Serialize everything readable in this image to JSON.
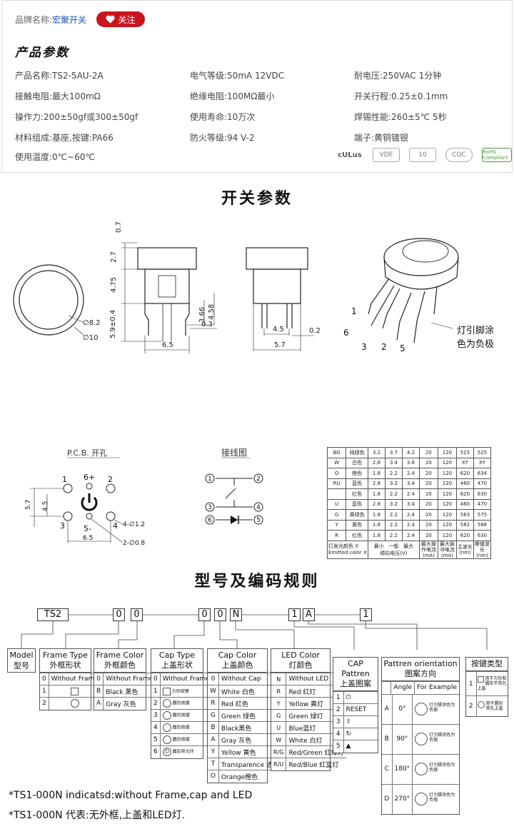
{
  "header": {
    "brand_label": "品牌名称:",
    "brand_name": "宏聚开关",
    "follow": "关注"
  },
  "section1": "产品参数",
  "params": [
    [
      "产品名称:TS2-5AU-2A",
      "电气等级:50mA  12VDC",
      "耐电压:250VAC  1分钟"
    ],
    [
      "接触电阻:最大100mΩ",
      "绝缘电阻:100MΩ最小",
      "开关行程:0.25±0.1mm"
    ],
    [
      "操作力:200±50gf或300±50gf",
      "使用寿命:10万次",
      "焊锡性能:260±5℃  5秒"
    ],
    [
      "材料组成:基座,按键:PA66",
      "防火等级:94 V-2",
      "端子:黄铜镀银"
    ],
    [
      "使用温度:0℃~60℃"
    ]
  ],
  "certs": [
    "cULus",
    "VDE",
    "10",
    "CQC",
    "RoHS Compliant"
  ],
  "section2": "开关参数",
  "dims": {
    "d1": "0.7",
    "d2": "2.7",
    "d3": "4.75",
    "d4": "5.9±0.4",
    "d5": "3.66",
    "d6": "4.58",
    "d7": "0.3",
    "d8": "6.5",
    "d9": "∅8.2",
    "d10": "∅10",
    "d11": "4.5",
    "d12": "0.2",
    "d13": "5.7"
  },
  "pins": {
    "p1": "1",
    "p2": "2",
    "p3": "3",
    "p5": "5",
    "p6": "6"
  },
  "led_note": [
    "灯引脚涂",
    "色为负极"
  ],
  "pcb": {
    "title": "P.C.B.  开孔",
    "p1": "1",
    "p2": "2",
    "p3": "3",
    "p4": "4",
    "p5": "5-",
    "p6": "6+",
    "h1": "4-∅1.2",
    "h2": "2-∅0.8",
    "w": "6.5",
    "v1": "5.7",
    "v2": "4.5"
  },
  "wiring": {
    "title": "接线图",
    "n1": "1",
    "n2": "2",
    "n3": "3",
    "n4": "4",
    "n5": "5",
    "n6": "6"
  },
  "led_table": {
    "rows": [
      [
        "BG",
        "纯绿色",
        "3.2",
        "3.7",
        "4.2",
        "20",
        "120",
        "515",
        "525"
      ],
      [
        "W",
        "白色",
        "2.8",
        "3.4",
        "3.8",
        "20",
        "120",
        "XY",
        "XY"
      ],
      [
        "O",
        "橙色",
        "1.8",
        "2.2",
        "2.4",
        "20",
        "120",
        "620",
        "634"
      ],
      [
        "RU",
        "蓝色",
        "2.8",
        "3.2",
        "3.4",
        "20",
        "120",
        "460",
        "470"
      ],
      [
        "",
        "红色",
        "1.8",
        "2.2",
        "2.4",
        "20",
        "120",
        "620",
        "630"
      ],
      [
        "U",
        "蓝色",
        "2.8",
        "3.2",
        "3.4",
        "20",
        "120",
        "460",
        "470"
      ],
      [
        "G",
        "黄绿色",
        "1.8",
        "2.2",
        "2.4",
        "20",
        "120",
        "563",
        "575"
      ],
      [
        "Y",
        "黄色",
        "1.8",
        "2.2",
        "2.4",
        "20",
        "120",
        "582",
        "588"
      ],
      [
        "R",
        "红色",
        "1.8",
        "2.2",
        "2.4",
        "20",
        "120",
        "620",
        "630"
      ]
    ],
    "foot": [
      "灯发光颜色 X",
      "Emitted color X",
      "最小",
      "一般",
      "最大",
      "顺向电压(V)",
      "最大操作电流(mA)",
      "最大脉冲电流(mA)",
      "主波长(nm)",
      "峰值波长(nm)"
    ]
  },
  "section3": "型号及编码规则",
  "code": {
    "c1": "TS2",
    "c2": "0",
    "c3": "0",
    "c4": "0",
    "c5": "0",
    "c6": "N",
    "c7": "1",
    "c8": "A",
    "c9": "1"
  },
  "boxes": {
    "model": {
      "t1": "Model",
      "t2": "型号"
    },
    "frame_type": {
      "t1": "Frame Type",
      "t2": "外框形状",
      "rows": [
        [
          "0",
          "Without Frame"
        ],
        [
          "1",
          ""
        ],
        [
          "2",
          ""
        ]
      ]
    },
    "frame_color": {
      "t1": "Frame Color",
      "t2": "外框颜色",
      "rows": [
        [
          "0",
          "Without Frame"
        ],
        [
          "B",
          "Black 黑色"
        ],
        [
          "A",
          "Gray 灰色"
        ]
      ]
    },
    "cap_type": {
      "t1": "Cap Type",
      "t2": "上盖形状",
      "rows": [
        [
          "0",
          "Without Frame"
        ],
        [
          "1",
          "方形按键"
        ],
        [
          "2",
          "圆形按键"
        ],
        [
          "3",
          "圆形按键"
        ],
        [
          "4",
          "圆形按键"
        ],
        [
          "5",
          "圆形按键"
        ],
        [
          "6",
          "圆形带光环"
        ]
      ]
    },
    "cap_color": {
      "t1": "Cap Color",
      "t2": "上盖颜色",
      "rows": [
        [
          "0",
          "Without Cap"
        ],
        [
          "W",
          "White 白色"
        ],
        [
          "R",
          "Red 红色"
        ],
        [
          "G",
          "Green 绿色"
        ],
        [
          "B",
          "Black黑色"
        ],
        [
          "A",
          "Gray 灰色"
        ],
        [
          "Y",
          "Yellow 黄色"
        ],
        [
          "T",
          "Transparence 透明"
        ],
        [
          "O",
          "Orange橙色"
        ]
      ]
    },
    "led_color": {
      "t1": "LED Color",
      "t2": "灯颜色",
      "rows": [
        [
          "N",
          "Without LED"
        ],
        [
          "R",
          "Red 红灯"
        ],
        [
          "Y",
          "Yellow 黄灯"
        ],
        [
          "G",
          "Green 绿灯"
        ],
        [
          "U",
          "Blue蓝灯"
        ],
        [
          "W",
          "White 白灯"
        ],
        [
          "R/G",
          "Red/Green 红绿灯"
        ],
        [
          "R/U",
          "Red/Blue 红蓝灯"
        ]
      ]
    },
    "cap_pattern": {
      "t1": "CAP Pattren",
      "t2": "上盖图案",
      "rows": [
        [
          "1",
          "⏻"
        ],
        [
          "2",
          "RESET"
        ],
        [
          "3",
          "⇧"
        ],
        [
          "4",
          "↻"
        ],
        [
          "5",
          "▲"
        ]
      ]
    },
    "orientation": {
      "t1": "Pattren orientation",
      "t2": "图案方向",
      "angle": "Angle",
      "example": "For Example",
      "rows": [
        [
          "A",
          "0°"
        ],
        [
          "B",
          "90°"
        ],
        [
          "C",
          "180°"
        ],
        [
          "D",
          "270°"
        ]
      ],
      "note": "灯引脚涂色为负极"
    },
    "key_type": {
      "t1": "按键类型",
      "rows": [
        [
          "1",
          "用于方形和圆形不带孔上盖"
        ],
        [
          "2",
          "用于圆形带孔上盖"
        ]
      ]
    }
  },
  "notes": [
    "*TS1-000N indicatsd:without Frame,cap and LED",
    "*TS1-000N 代表:无外框,上盖和LED灯."
  ]
}
